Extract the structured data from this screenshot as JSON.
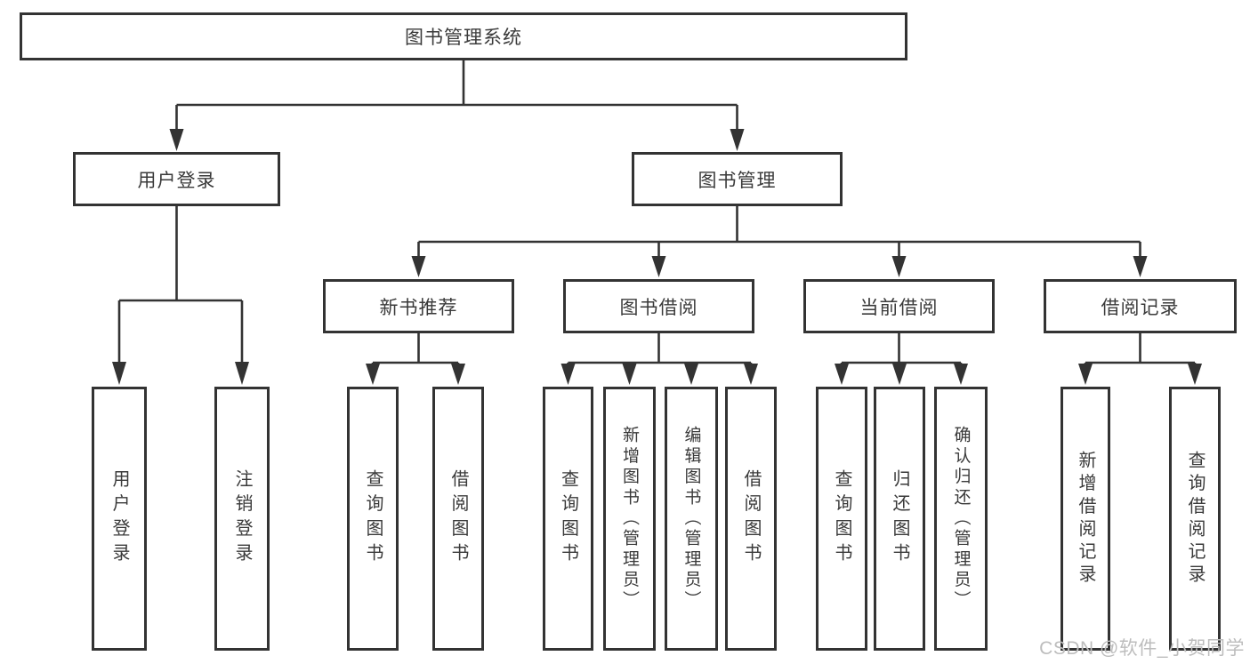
{
  "tree": {
    "root": {
      "label": "图书管理系统"
    },
    "branches": [
      {
        "label": "用户登录",
        "children": [
          {
            "label": "用户登录"
          },
          {
            "label": "注销登录"
          }
        ]
      },
      {
        "label": "图书管理",
        "children": [
          {
            "label": "新书推荐",
            "children": [
              {
                "label": "查询图书"
              },
              {
                "label": "借阅图书"
              }
            ]
          },
          {
            "label": "图书借阅",
            "children": [
              {
                "label": "查询图书"
              },
              {
                "label": "新增图书（管理员）"
              },
              {
                "label": "编辑图书（管理员）"
              },
              {
                "label": "借阅图书"
              }
            ]
          },
          {
            "label": "当前借阅",
            "children": [
              {
                "label": "查询图书"
              },
              {
                "label": "归还图书"
              },
              {
                "label": "确认归还（管理员）"
              }
            ]
          },
          {
            "label": "借阅记录",
            "children": [
              {
                "label": "新增借阅记录"
              },
              {
                "label": "查询借阅记录"
              }
            ]
          }
        ]
      }
    ]
  },
  "watermark": {
    "text": "CSDN @软件_小贺同学"
  },
  "colors": {
    "line": "#333333",
    "box_border": "#333333",
    "box_fill": "#ffffff",
    "text": "#3a3a3a",
    "watermark": "#bdbdbd",
    "background": "#ffffff"
  }
}
